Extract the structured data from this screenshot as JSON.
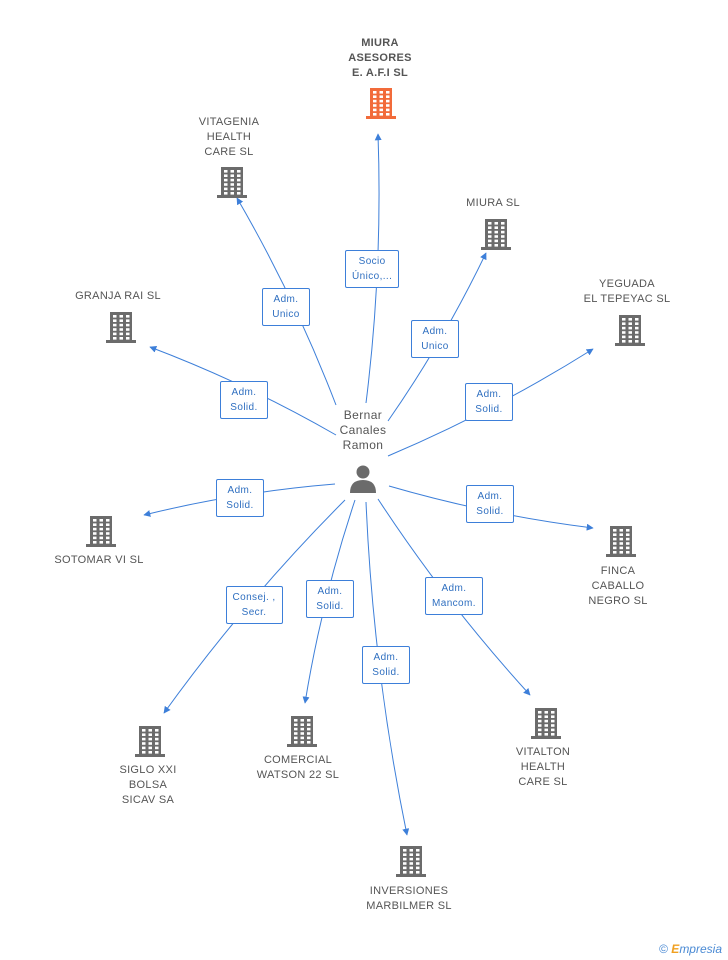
{
  "person": {
    "name": "Bernar\nCanales\nRamon"
  },
  "colors": {
    "edge": "#3d7fd9",
    "building": "#6b6b6b",
    "main_building": "#f26b3a",
    "person": "#6b6b6b"
  },
  "companies": [
    {
      "id": "miura-asesores",
      "name": "MIURA\nASESORES\nE. A.F.I SL",
      "main": true
    },
    {
      "id": "vitagenia",
      "name": "VITAGENIA\nHEALTH\nCARE  SL"
    },
    {
      "id": "miura-sl",
      "name": "MIURA SL"
    },
    {
      "id": "granja-rai",
      "name": "GRANJA RAI SL"
    },
    {
      "id": "yeguada",
      "name": "YEGUADA\nEL TEPEYAC SL"
    },
    {
      "id": "sotomar",
      "name": "SOTOMAR VI SL"
    },
    {
      "id": "finca",
      "name": "FINCA\nCABALLO\nNEGRO SL"
    },
    {
      "id": "siglo",
      "name": "SIGLO XXI\nBOLSA\nSICAV SA"
    },
    {
      "id": "comercial",
      "name": "COMERCIAL\nWATSON 22 SL"
    },
    {
      "id": "vitalton",
      "name": "VITALTON\nHEALTH\nCARE SL"
    },
    {
      "id": "inversiones",
      "name": "INVERSIONES\nMARBILMER SL"
    }
  ],
  "relations": [
    {
      "target": "miura-asesores",
      "label": "Socio\nÚnico,..."
    },
    {
      "target": "vitagenia",
      "label": "Adm.\nUnico"
    },
    {
      "target": "miura-sl",
      "label": "Adm.\nUnico"
    },
    {
      "target": "granja-rai",
      "label": "Adm.\nSolid."
    },
    {
      "target": "yeguada",
      "label": "Adm.\nSolid."
    },
    {
      "target": "sotomar",
      "label": "Adm.\nSolid."
    },
    {
      "target": "finca",
      "label": "Adm.\nSolid."
    },
    {
      "target": "siglo",
      "label": "Consej. ,\nSecr."
    },
    {
      "target": "comercial",
      "label": "Adm.\nSolid."
    },
    {
      "target": "vitalton",
      "label": "Adm.\nMancom."
    },
    {
      "target": "inversiones",
      "label": "Adm.\nSolid."
    }
  ],
  "footer": {
    "copyright": "©",
    "brand_e": "E",
    "brand_rest": "mpresia"
  }
}
